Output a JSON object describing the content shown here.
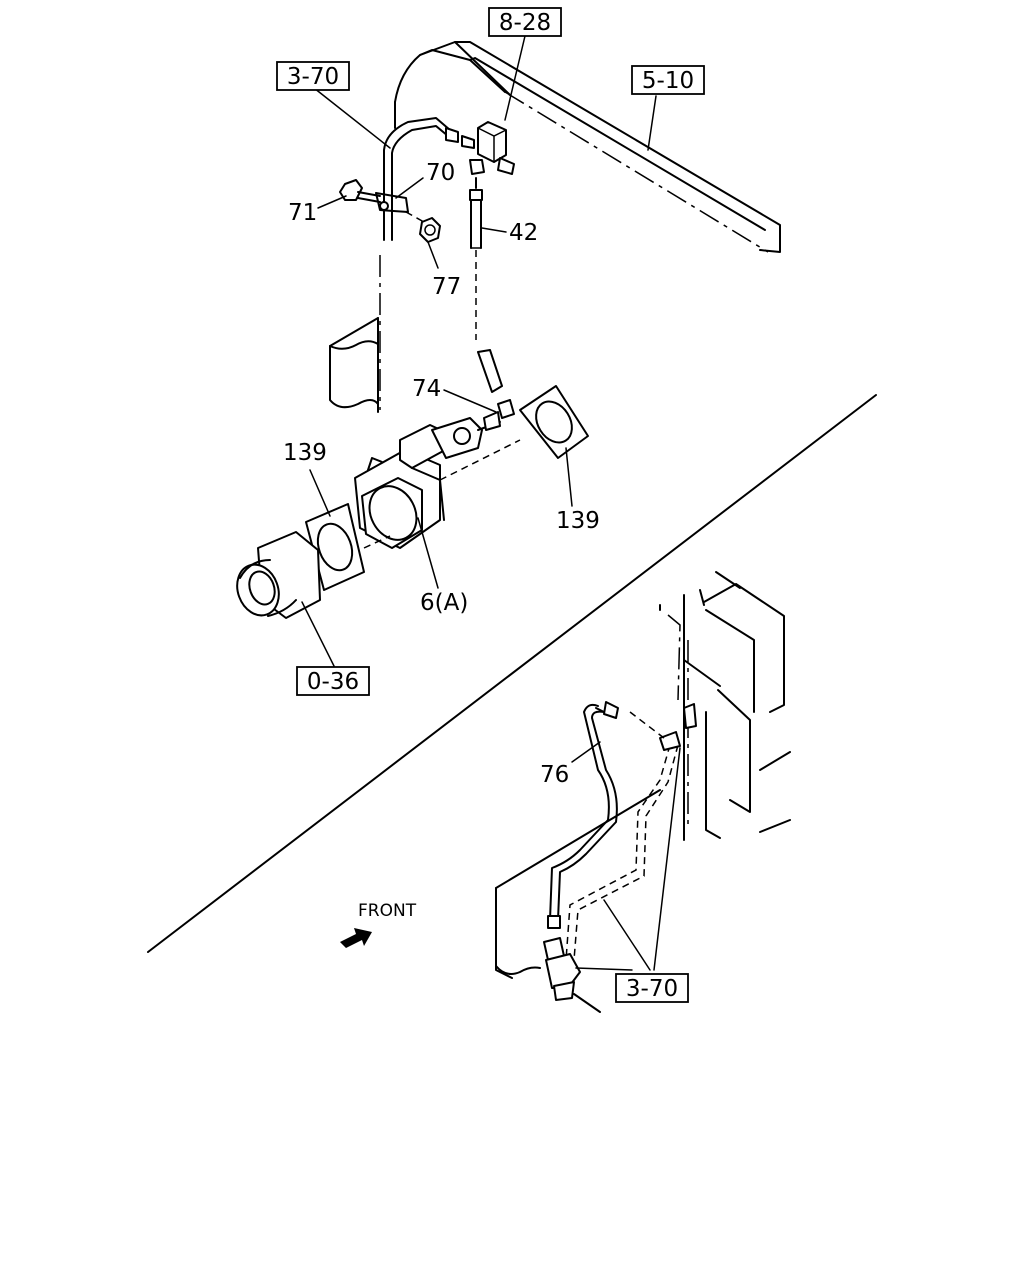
{
  "refs": {
    "ref_8_28": "8-28",
    "ref_3_70_top": "3-70",
    "ref_5_10": "5-10",
    "ref_0_36": "0-36",
    "ref_3_70_bottom": "3-70"
  },
  "callouts": {
    "p70": "70",
    "p71": "71",
    "p77": "77",
    "p42": "42",
    "p74": "74",
    "p139_left": "139",
    "p139_right": "139",
    "p6a": "6(A)",
    "p76": "76"
  },
  "direction_label": "FRONT"
}
